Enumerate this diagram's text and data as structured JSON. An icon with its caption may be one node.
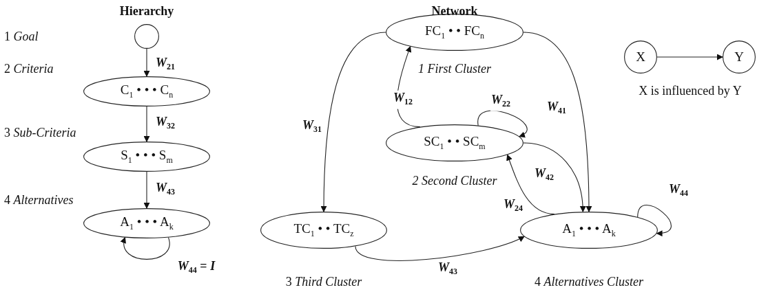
{
  "diagram": {
    "nodes": [
      {
        "text": [],
        "shape": "circle"
      },
      {
        "text": [
          "C$_{1}$ • • • C$_{n}$"
        ]
      },
      {
        "text": [
          "S$_{1}$ • • • S$_{m}$"
        ]
      },
      {
        "text": [
          "A$_{1}$ • • • A$_{k}$"
        ]
      },
      {
        "text": [
          "FC$_{1}$ • • FC$_{n}$"
        ],
        "beside": [
          "*1 First Cluster*"
        ]
      },
      {
        "text": [
          "SC$_{1}$ • • SC$_{m}$"
        ],
        "beside": [
          "*2 Second Cluster*"
        ]
      },
      {
        "text": [
          "TC$_{1}$ • • TC$_{z}$"
        ],
        "beside": [
          "3 *Third Cluster*"
        ]
      },
      {
        "text": [
          "A$_{1}$ • • • A$_{k}$"
        ],
        "beside": [
          "4 *Alternatives Cluster*"
        ]
      },
      {
        "text": [
          "X"
        ]
      },
      {
        "text": [
          "Y"
        ]
      }
    ],
    "edges": [
      {
        "from": 0,
        "to": 1,
        "arrow": "to",
        "label": "*W*$_{21}$"
      },
      {
        "from": 1,
        "to": 2,
        "arrow": "to",
        "label": "*W*$_{32}$"
      },
      {
        "from": 2,
        "to": 3,
        "arrow": "to",
        "label": "*W*$_{43}$"
      },
      {
        "from": 3,
        "to": 3,
        "arrow": "to",
        "label": "*W*$_{44}$ = *I*"
      },
      {
        "from": 4,
        "to": 6,
        "arrow": "to",
        "label": "*W*$_{31}$"
      },
      {
        "from": 5,
        "to": 4,
        "arrow": "to",
        "label": "*W*$_{12}$"
      },
      {
        "from": 5,
        "to": 5,
        "arrow": "to",
        "label": "*W*$_{22}$"
      },
      {
        "from": 4,
        "to": 7,
        "arrow": "to",
        "label": "*W*$_{41}$"
      },
      {
        "from": 5,
        "to": 7,
        "arrow": "to",
        "label": "*W*$_{42}$"
      },
      {
        "from": 7,
        "to": 5,
        "arrow": "to",
        "label": "*W*$_{24}$"
      },
      {
        "from": 7,
        "to": 7,
        "arrow": "to",
        "label": "*W*$_{44}$"
      },
      {
        "from": 6,
        "to": 7,
        "arrow": "to",
        "label": "*W*$_{43}$"
      },
      {
        "from": 8,
        "to": 9,
        "arrow": "to"
      }
    ],
    "labels": [
      "Hierarchy",
      "Network",
      "1 *Goal*",
      "2 *Criteria*",
      "3 *Sub-Criteria*",
      "4 *Alternatives*",
      "X is influenced by Y"
    ]
  }
}
